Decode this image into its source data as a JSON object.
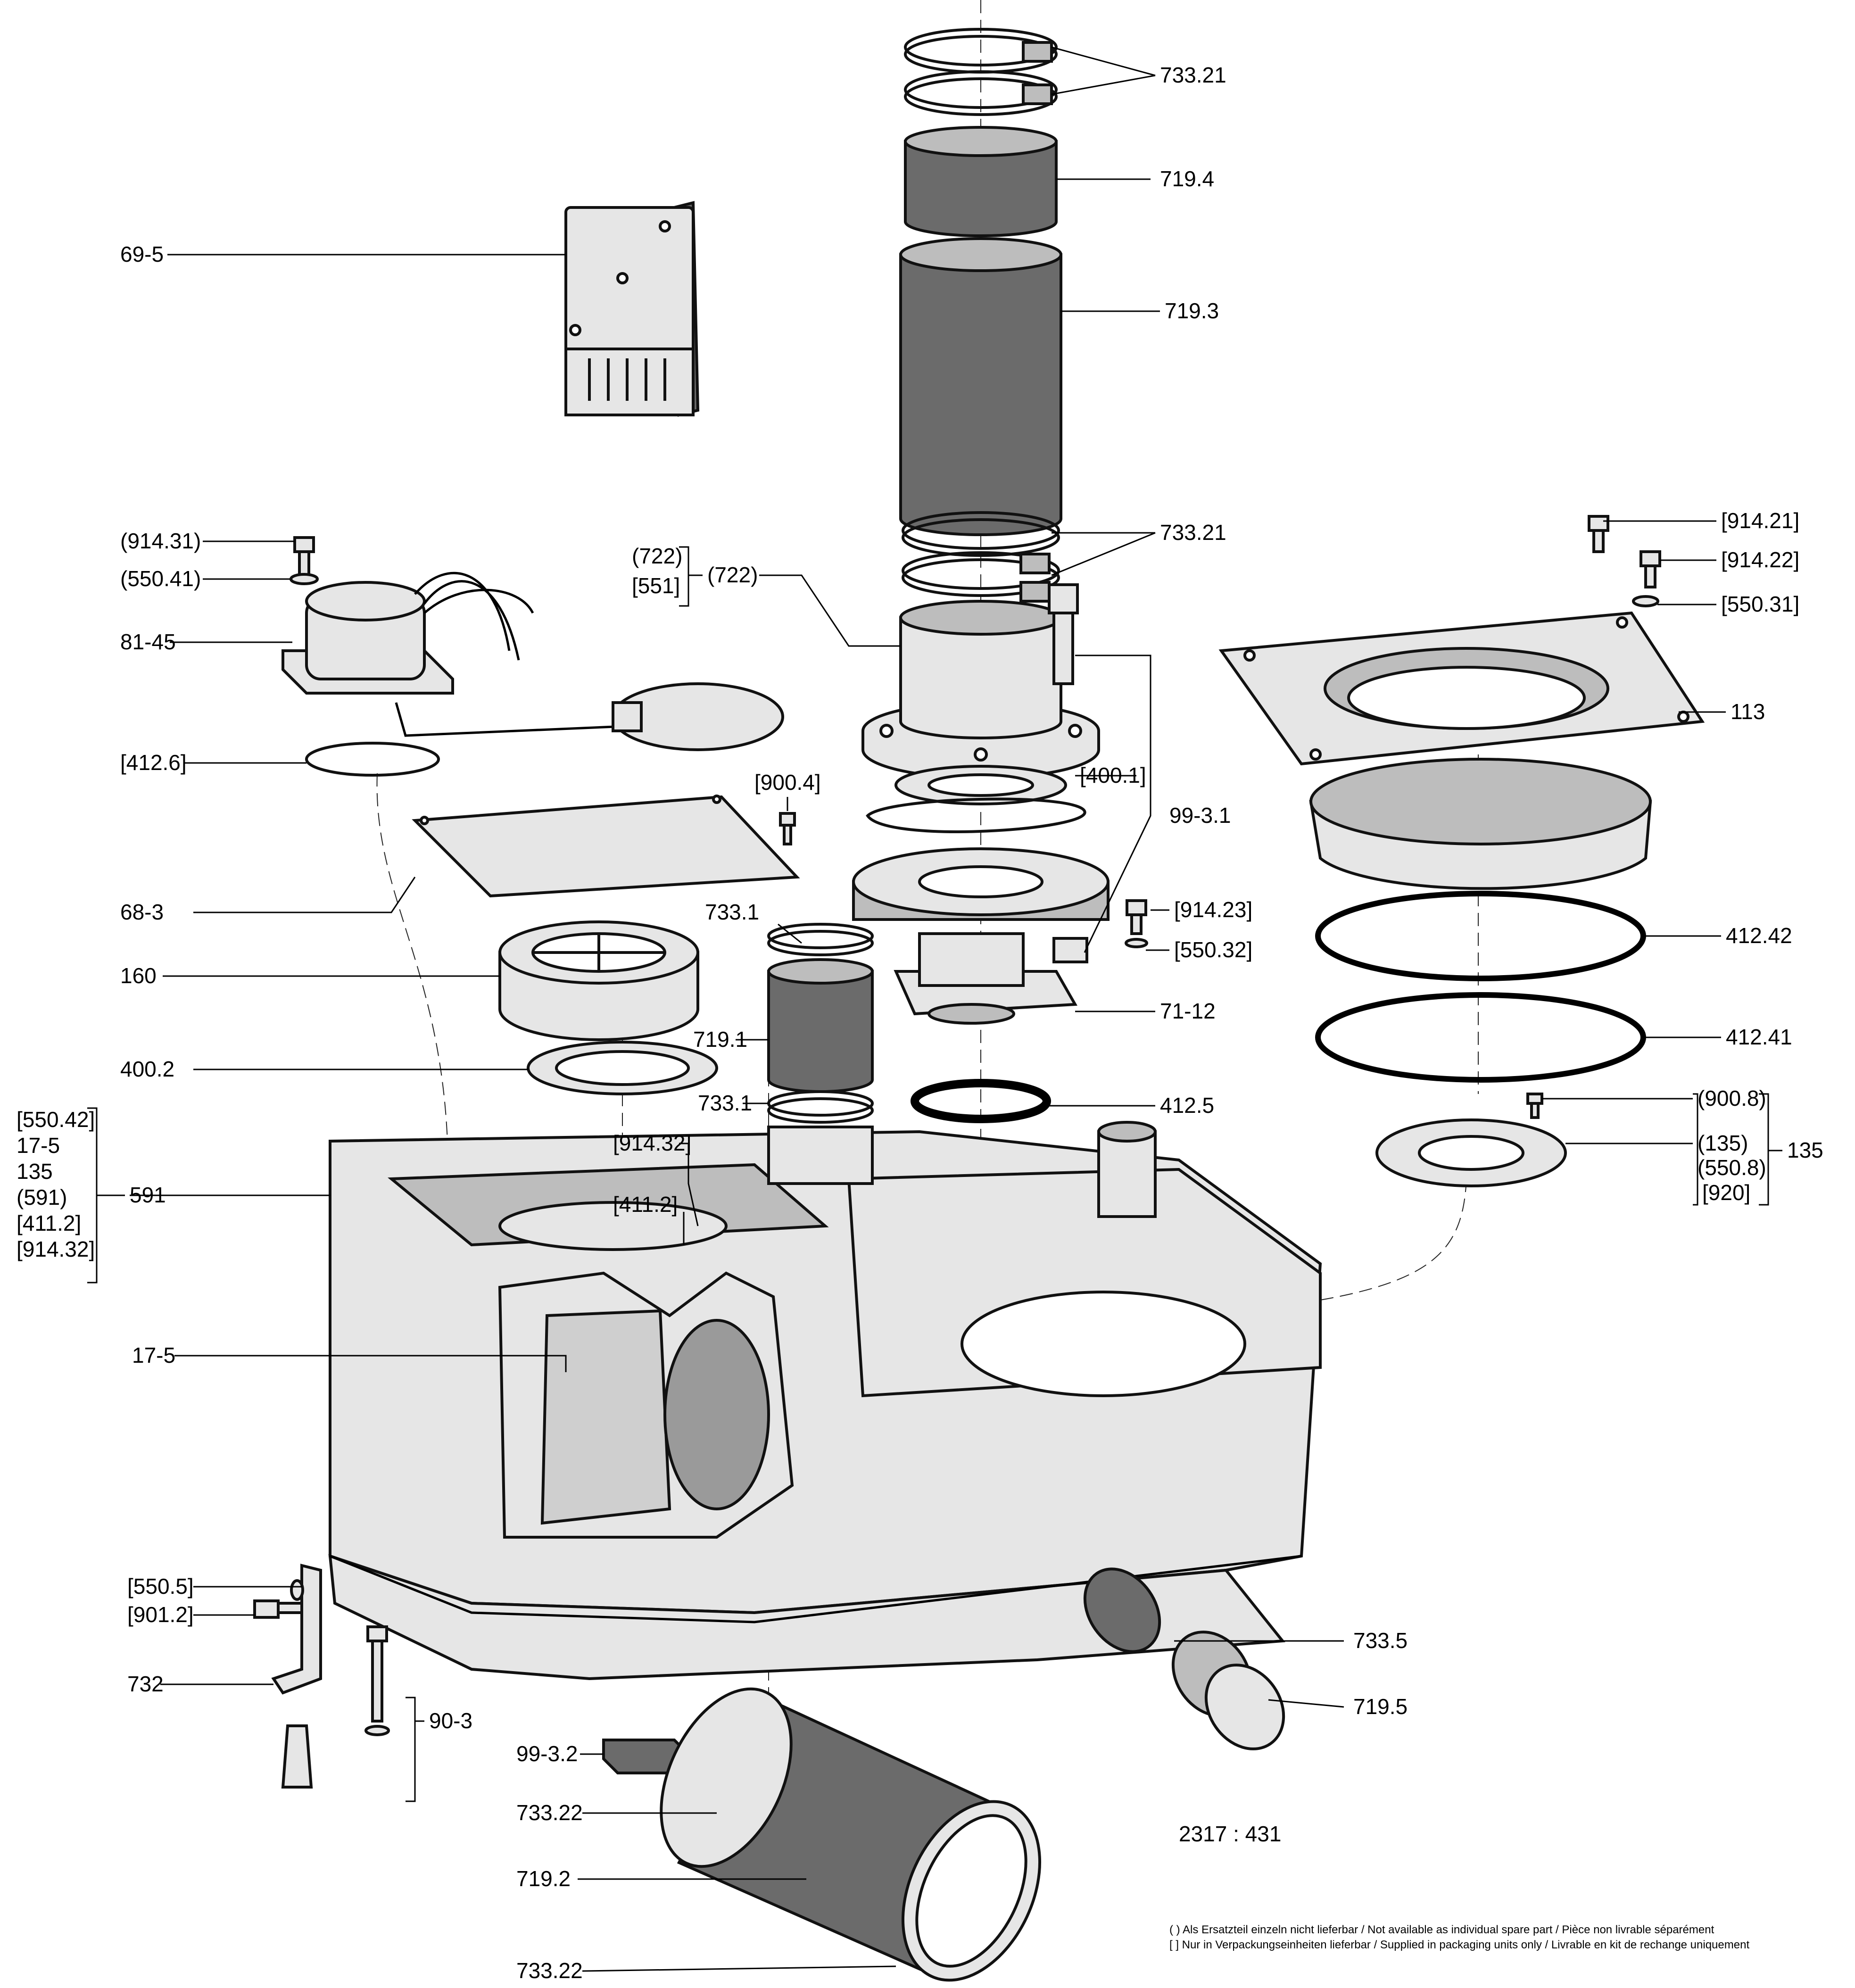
{
  "labels": {
    "l_733_21a": "733.21",
    "l_719_4": "719.4",
    "l_69_5": "69-5",
    "l_719_3": "719.3",
    "l_914_31": "(914.31)",
    "l_550_41": "(550.41)",
    "l_733_21b": "733.21",
    "l_914_21": "[914.21]",
    "l_914_22": "[914.22]",
    "l_550_31": "[550.31]",
    "l_722_a": "(722)",
    "l_551": "[551]",
    "l_722_b": "(722)",
    "l_81_45": "81-45",
    "l_113": "113",
    "l_412_6": "[412.6]",
    "l_400_1": "[400.1]",
    "l_900_4": "[900.4]",
    "l_99_3_1": "99-3.1",
    "l_68_3": "68-3",
    "l_733_1a": "733.1",
    "l_914_23": "[914.23]",
    "l_412_42": "412.42",
    "l_160": "160",
    "l_550_32": "[550.32]",
    "l_71_12": "71-12",
    "l_719_1": "719.1",
    "l_412_41": "412.41",
    "l_400_2": "400.2",
    "l_733_1b": "733.1",
    "l_412_5": "412.5",
    "l_900_8": "(900.8)",
    "l_135_a": "(135)",
    "l_550_8": "(550.8)",
    "l_920": "[920]",
    "l_135_b": "135",
    "l_550_42": "[550.42]",
    "l_17_5_a": "17-5",
    "l_135_c": "135",
    "l_591_a": "(591)",
    "l_411_2_a": "[411.2]",
    "l_914_32_a": "[914.32]",
    "l_591_b": "591",
    "l_914_32_b": "[914.32]",
    "l_411_2_b": "[411.2]",
    "l_17_5_b": "17-5",
    "l_550_5": "[550.5]",
    "l_901_2": "[901.2]",
    "l_733_5": "733.5",
    "l_732": "732",
    "l_719_5": "719.5",
    "l_90_3": "90-3",
    "l_99_3_2": "99-3.2",
    "l_733_22a": "733.22",
    "l_2317": "2317 : 431",
    "l_719_2": "719.2",
    "l_733_22b": "733.22"
  },
  "footnotes": {
    "round": "( ) Als Ersatzteil einzeln nicht lieferbar / Not available as individual spare part / Pièce non livrable séparément",
    "square": "[ ] Nur in Verpackungseinheiten lieferbar / Supplied in packaging units only / Livrable en kit de rechange uniquement"
  }
}
